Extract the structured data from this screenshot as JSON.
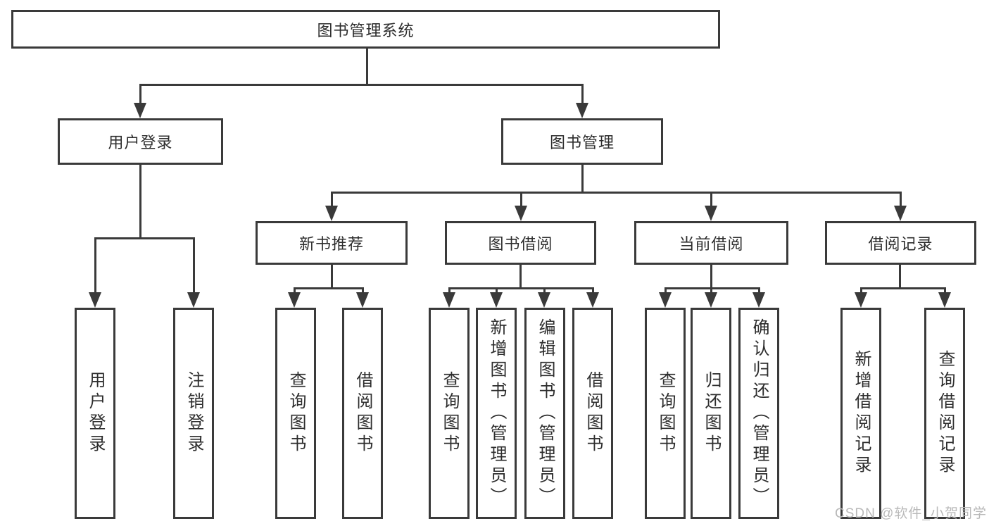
{
  "colors": {
    "line": "#3a3a3a",
    "text": "#2d2d2d",
    "box_background": "#ffffff",
    "page_background": "#ffffff",
    "watermark": "#b9b9b9"
  },
  "diagram": {
    "root": {
      "label": "图书管理系统"
    },
    "level2": [
      {
        "label": "用户登录"
      },
      {
        "label": "图书管理"
      }
    ],
    "level3": [
      {
        "label": "新书推荐"
      },
      {
        "label": "图书借阅"
      },
      {
        "label": "当前借阅"
      },
      {
        "label": "借阅记录"
      }
    ],
    "leaves": {
      "user_login": [
        {
          "label": "用户登录"
        },
        {
          "label": "注销登录"
        }
      ],
      "new_book_recommend": [
        {
          "label": "查询图书"
        },
        {
          "label": "借阅图书"
        }
      ],
      "book_borrow": [
        {
          "label": "查询图书"
        },
        {
          "label": "新增图书（管理员）"
        },
        {
          "label": "编辑图书（管理员）"
        },
        {
          "label": "借阅图书"
        }
      ],
      "current_borrow": [
        {
          "label": "查询图书"
        },
        {
          "label": "归还图书"
        },
        {
          "label": "确认归还（管理员）"
        }
      ],
      "borrow_record": [
        {
          "label": "新增借阅记录"
        },
        {
          "label": "查询借阅记录"
        }
      ]
    }
  },
  "watermark": {
    "text": "CSDN @软件_小贺同学"
  }
}
